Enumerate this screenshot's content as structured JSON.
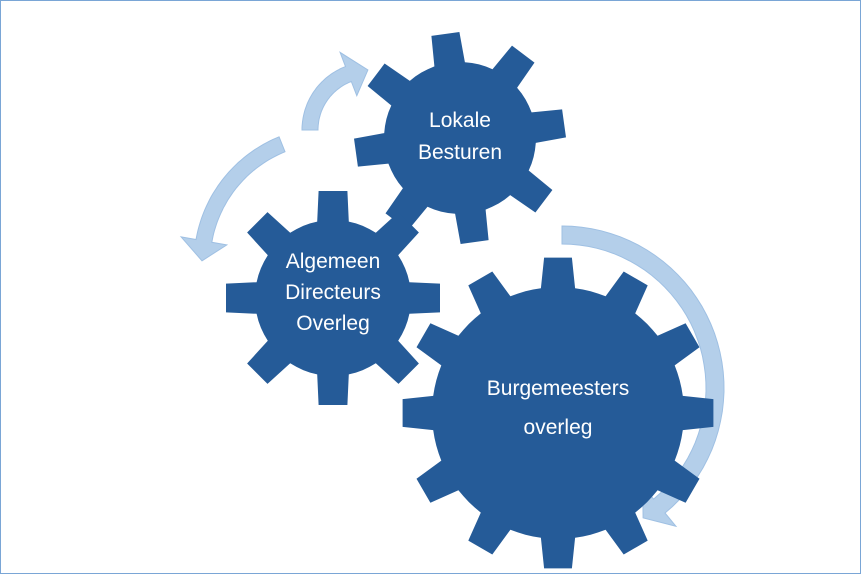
{
  "diagram": {
    "colors": {
      "gear": "#255b98",
      "arrow": "#b4cfea",
      "arrow_edge": "#9fc0e3",
      "label": "#ffffff",
      "border": "#7aa6d6"
    },
    "gears": [
      {
        "id": "lokale-besturen",
        "lines": [
          "Lokale",
          "Besturen"
        ]
      },
      {
        "id": "algemeen-directeurs-overleg",
        "lines": [
          "Algemeen",
          "Directeurs",
          "Overleg"
        ]
      },
      {
        "id": "burgemeesters-overleg",
        "lines": [
          "Burgemeesters",
          "overleg"
        ]
      }
    ],
    "arrows": [
      {
        "id": "arrow-to-lokale-besturen",
        "icon": "curved-arrow-icon"
      },
      {
        "id": "arrow-to-algemeen-directeurs-overleg",
        "icon": "curved-arrow-icon"
      },
      {
        "id": "arrow-to-burgemeesters-overleg",
        "icon": "curved-arrow-icon"
      }
    ]
  }
}
